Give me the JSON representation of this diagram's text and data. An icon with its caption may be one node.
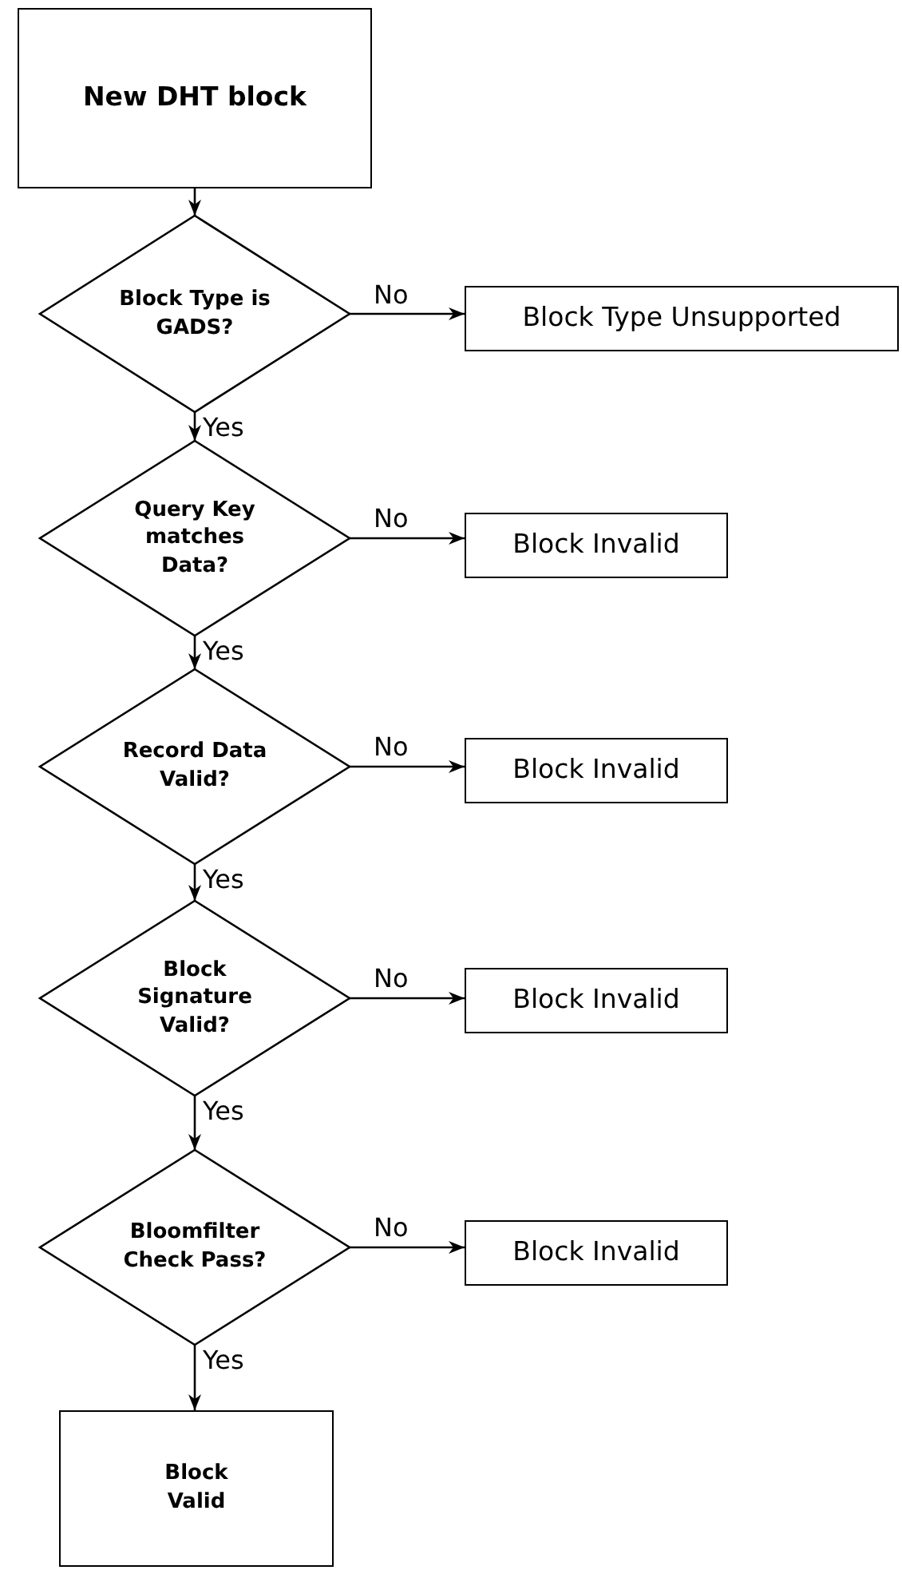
{
  "diagram": {
    "nodes": [
      {
        "text": [
          "New DHT block"
        ]
      },
      {
        "text": [
          "Block Type is GADS?"
        ]
      },
      {
        "text": [
          "Block Type Unsupported"
        ]
      },
      {
        "text": [
          "Query Key matches Data?"
        ]
      },
      {
        "text": [
          "Block Invalid"
        ]
      },
      {
        "text": [
          "Record Data Valid?"
        ]
      },
      {
        "text": [
          "Block Invalid"
        ]
      },
      {
        "text": [
          "Block Signature Valid?"
        ]
      },
      {
        "text": [
          "Block Invalid"
        ]
      },
      {
        "text": [
          "Bloomfilter Check Pass?"
        ]
      },
      {
        "text": [
          "Block Invalid"
        ]
      },
      {
        "text": [
          "Block Valid"
        ]
      }
    ],
    "edges": [
      {
        "from": 0,
        "to": 1,
        "arrow": "to"
      },
      {
        "from": 1,
        "to": 2,
        "arrow": "to",
        "label": "No"
      },
      {
        "from": 1,
        "to": 3,
        "arrow": "to",
        "label": "Yes"
      },
      {
        "from": 3,
        "to": 4,
        "arrow": "to",
        "label": "No"
      },
      {
        "from": 3,
        "to": 5,
        "arrow": "to",
        "label": "Yes"
      },
      {
        "from": 5,
        "to": 6,
        "arrow": "to",
        "label": "No"
      },
      {
        "from": 5,
        "to": 7,
        "arrow": "to",
        "label": "Yes"
      },
      {
        "from": 7,
        "to": 8,
        "arrow": "to",
        "label": "No"
      },
      {
        "from": 7,
        "to": 9,
        "arrow": "to",
        "label": "Yes"
      },
      {
        "from": 9,
        "to": 10,
        "arrow": "to",
        "label": "No"
      },
      {
        "from": 9,
        "to": 11,
        "arrow": "to",
        "label": "Yes"
      }
    ]
  }
}
